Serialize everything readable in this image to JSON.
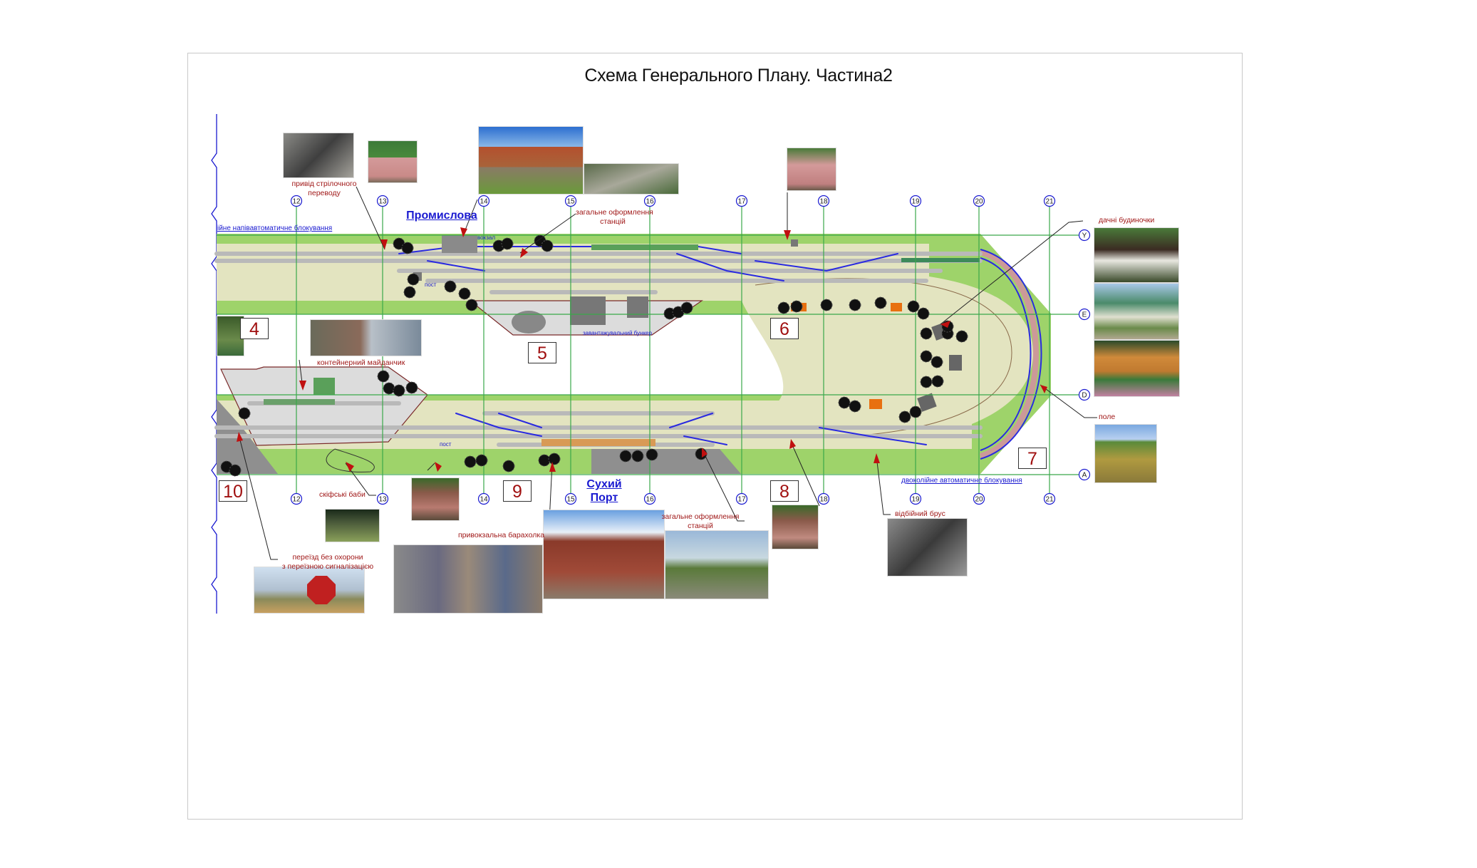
{
  "title": "Схема Генерального Плану. Частина2",
  "stations": {
    "promyslova": "Промислова",
    "sukhyi_port_line1": "Сухий",
    "sukhyi_port_line2": "Порт"
  },
  "blocking": {
    "top_left": "ійне напівавтоматичне блокування",
    "bottom_right": "двоколійне автоматичне блокування"
  },
  "zones": [
    "4",
    "5",
    "6",
    "7",
    "8",
    "9",
    "10"
  ],
  "grid_columns": [
    "12",
    "13",
    "14",
    "15",
    "16",
    "17",
    "18",
    "19",
    "20",
    "21"
  ],
  "grid_rows": [
    "Y",
    "E",
    "D",
    "A"
  ],
  "callouts": {
    "switch_drive": [
      "привід стрілочного",
      "переводу"
    ],
    "station_design_top": [
      "загальне оформлення",
      "станцій"
    ],
    "container_yard": "контейнерний майданчик",
    "scythian": "скіфські баби",
    "crossing": [
      "переїзд без охорони",
      "з переїзною сигналізацією"
    ],
    "flea_market": "привокзальна барахолка",
    "station_design_bottom": [
      "загальне оформлення",
      "станцій"
    ],
    "buffer": "відбійний брус",
    "dachas": "дачні будиночки",
    "field": "поле"
  },
  "plan_labels": {
    "station_building": "вокзал",
    "post": "пост",
    "loading_bunker": "завантажувальний бункер",
    "post_bottom": "пост"
  },
  "colors": {
    "grass": "#9ed36a",
    "ballast": "#e3e4c0",
    "track": "#b9b9b9",
    "track_blue": "#2a2ae0",
    "grid": "#3aa84a",
    "callout_red": "#a01818",
    "link_blue": "#1a1ad0"
  }
}
